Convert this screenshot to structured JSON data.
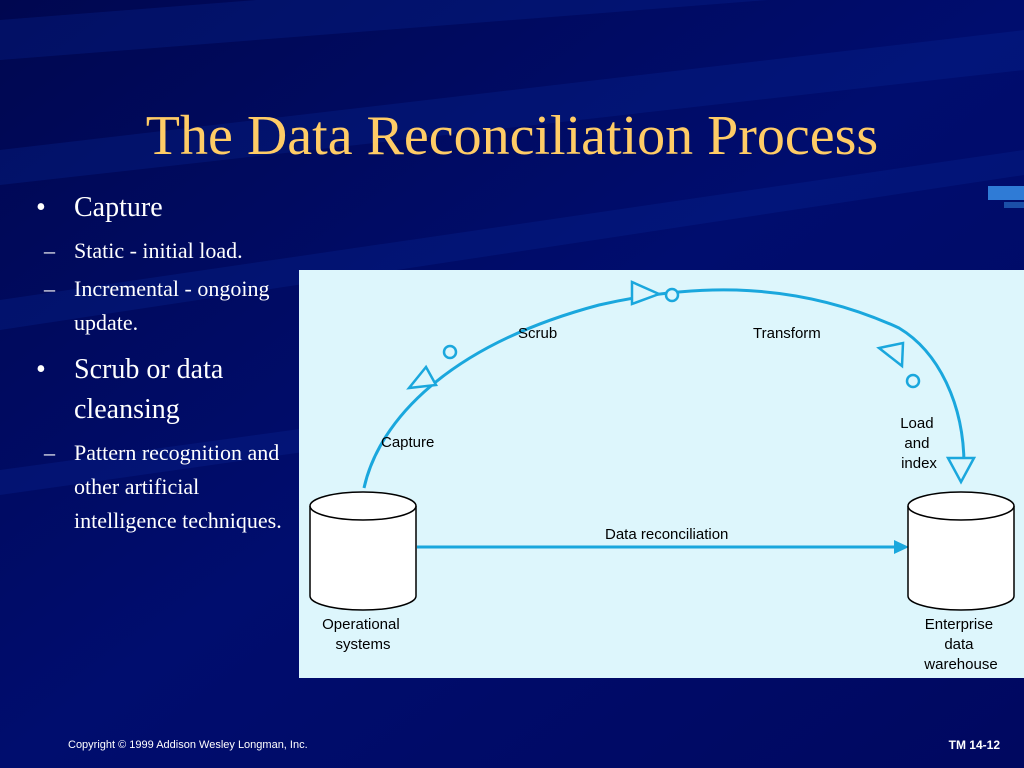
{
  "slide": {
    "title": "The Data Reconciliation Process",
    "bullets": [
      {
        "text": "Capture",
        "subitems": [
          "Static - initial load.",
          "Incremental - ongoing update."
        ]
      },
      {
        "text": "Scrub or data cleansing",
        "subitems": [
          "Pattern recognition and other artificial intelligence techniques."
        ]
      }
    ],
    "bullet_glyph": "•",
    "sub_glyph": "–"
  },
  "diagram": {
    "labels": {
      "capture": "Capture",
      "scrub": "Scrub",
      "transform": "Transform",
      "load": [
        "Load",
        "and",
        "index"
      ],
      "reconciliation": "Data reconciliation",
      "operational": [
        "Operational",
        "systems"
      ],
      "warehouse": [
        "Enterprise",
        "data",
        "warehouse"
      ]
    },
    "colors": {
      "background": "#ddf6fc",
      "line": "#1aa7dd"
    }
  },
  "footer": {
    "copyright": "Copyright © 1999 Addison Wesley Longman, Inc.",
    "slide_id": "TM 14-12"
  }
}
